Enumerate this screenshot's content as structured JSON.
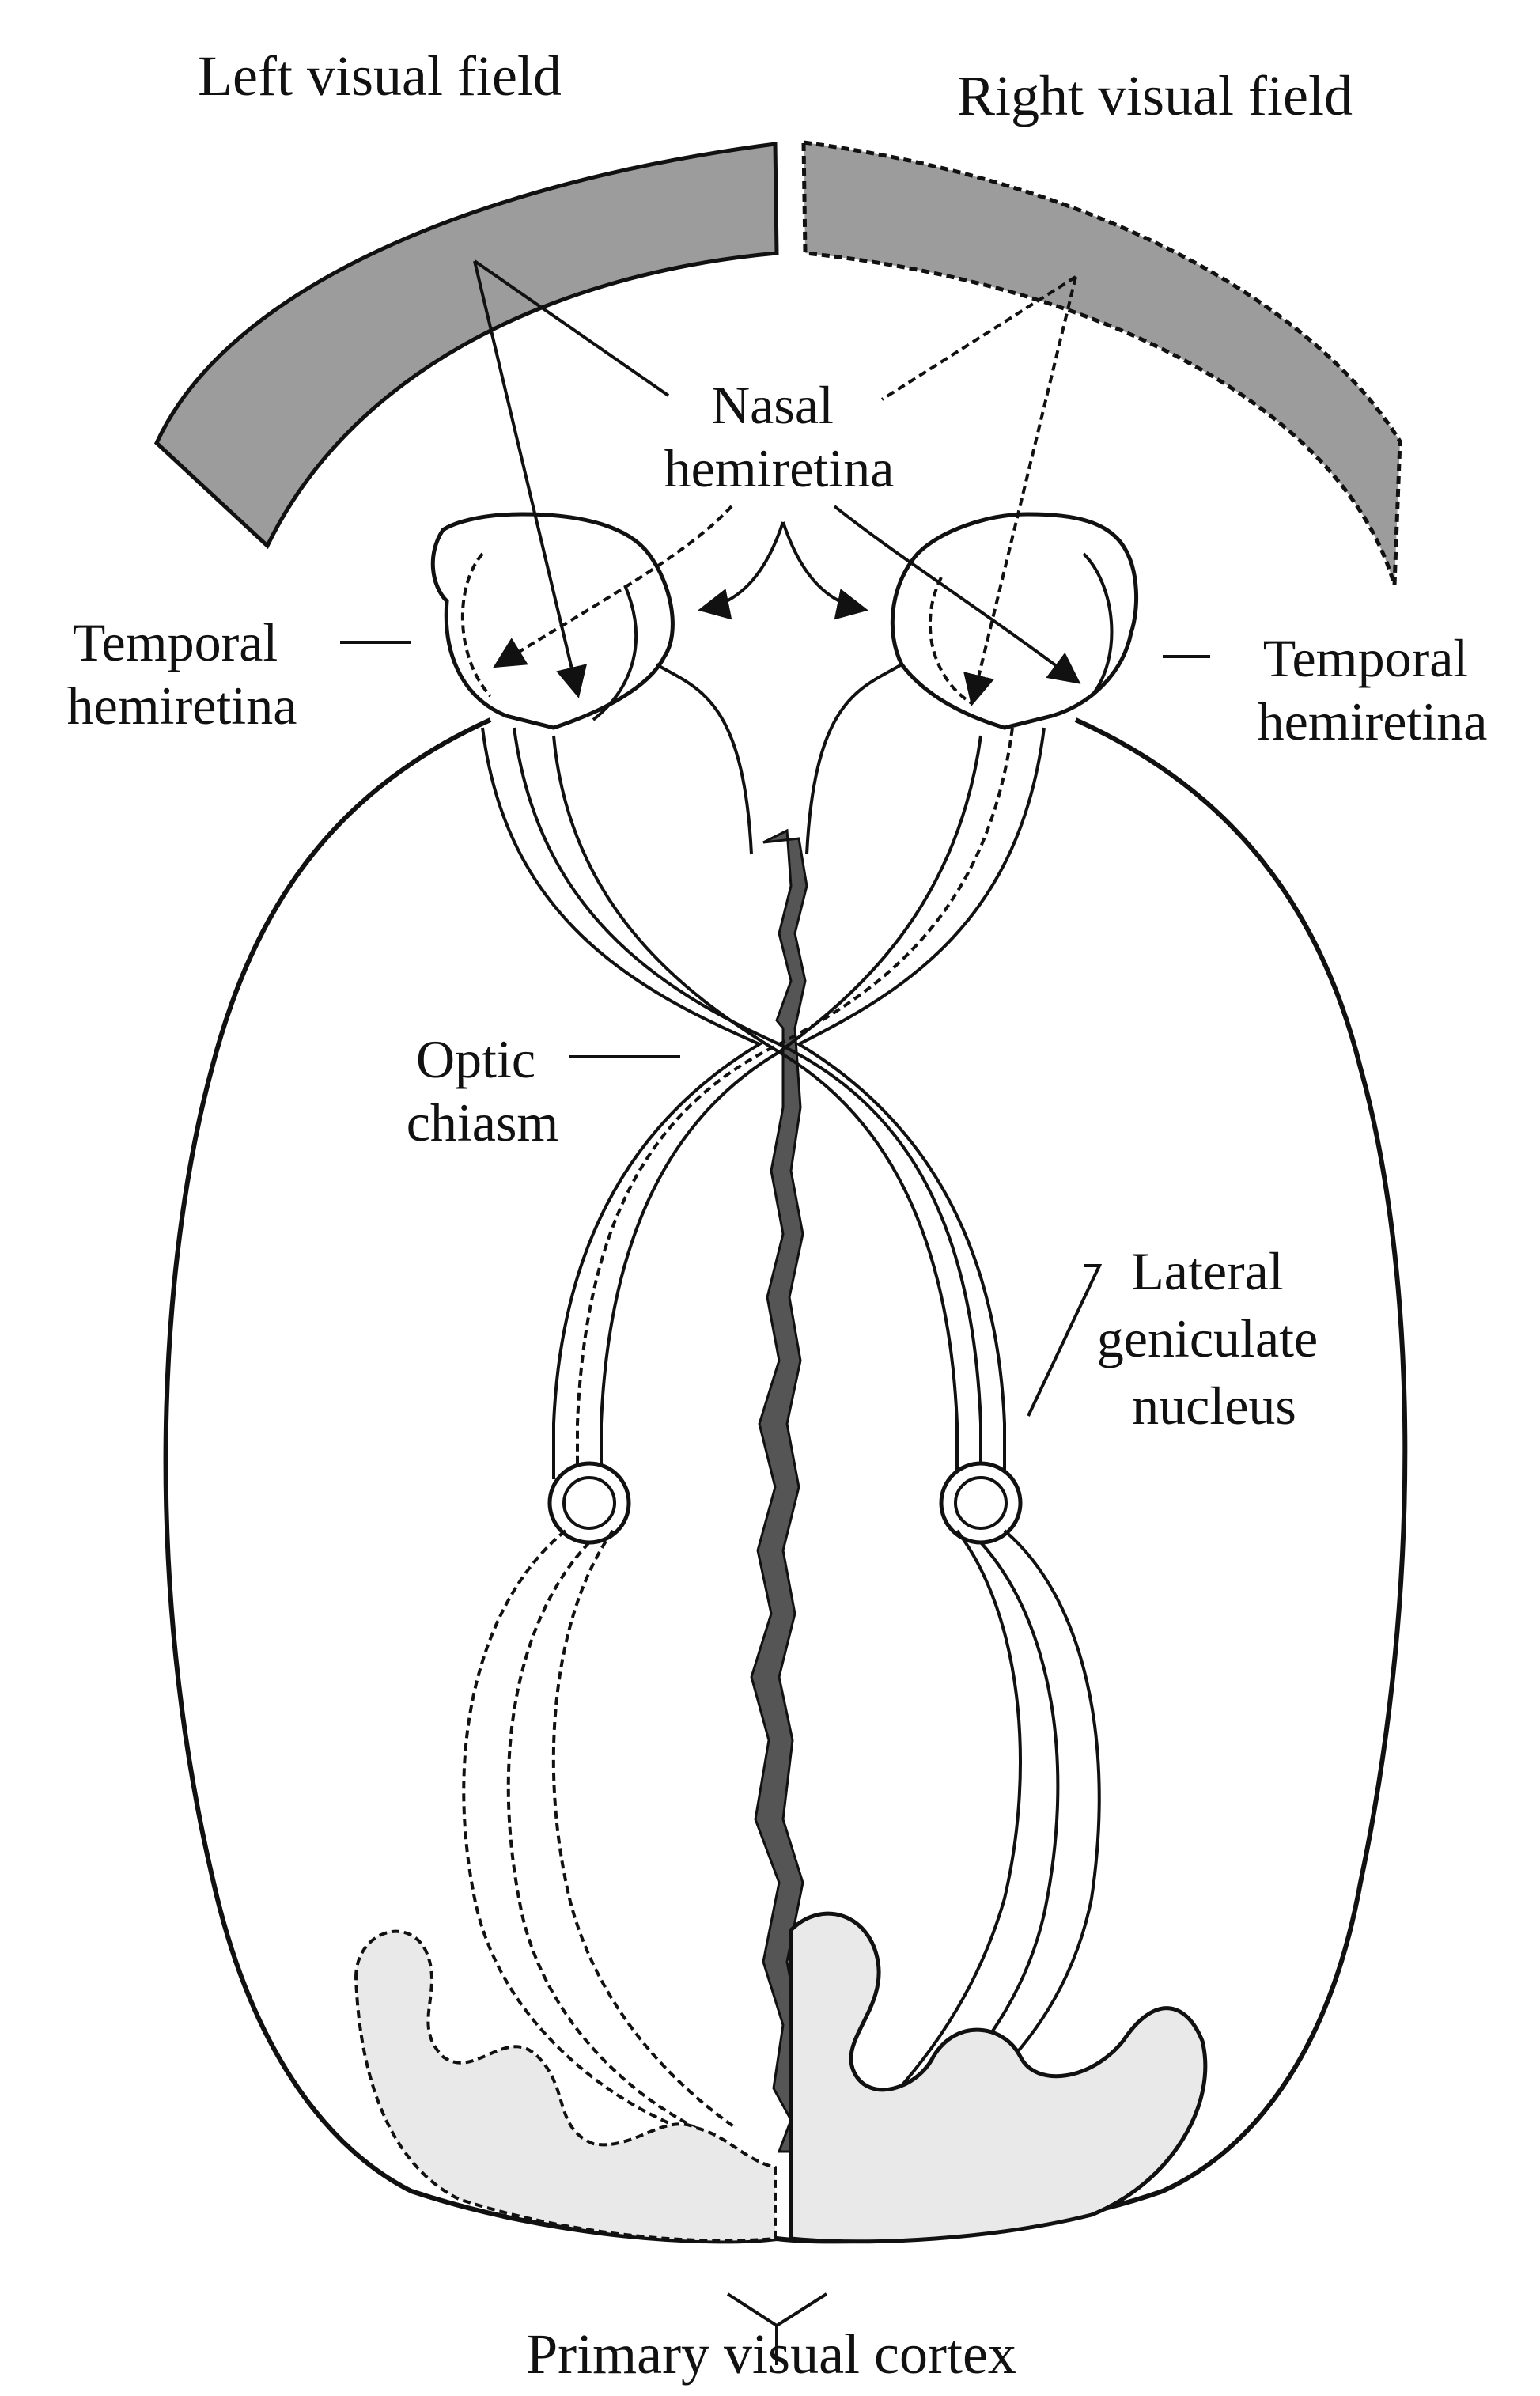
{
  "labels": {
    "left_visual_field": "Left visual field",
    "right_visual_field": "Right visual field",
    "nasal_hemiretina": [
      "Nasal",
      "hemiretina"
    ],
    "temporal_hemiretina_left": [
      "Temporal",
      "hemiretina"
    ],
    "temporal_hemiretina_right": [
      "Temporal",
      "hemiretina"
    ],
    "optic_chiasm": [
      "Optic",
      "chiasm"
    ],
    "lateral_geniculate_nucleus": [
      "Lateral",
      "geniculate",
      "nucleus"
    ],
    "primary_visual_cortex": "Primary visual cortex"
  },
  "colors": {
    "ink": "#111111",
    "field_fill": "#9c9c9c",
    "cortex_fill": "#e9e9e9",
    "fissure_fill": "#555555",
    "paper": "#ffffff"
  }
}
